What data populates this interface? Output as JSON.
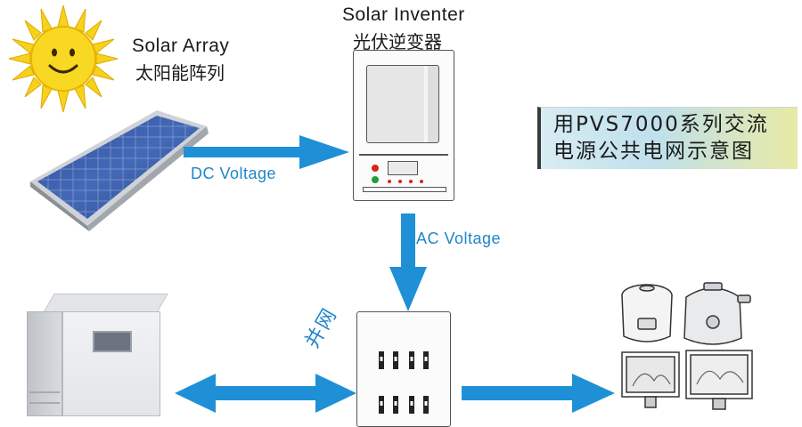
{
  "solar_array": {
    "label_en": "Solar Array",
    "label_cn": "太阳能阵列"
  },
  "inverter": {
    "label_en": "Solar Inventer",
    "label_cn": "光伏逆变器"
  },
  "arrows": {
    "dc_label": "DC Voltage",
    "ac_label": "AC Voltage",
    "grid_label": "并网"
  },
  "title": {
    "line1": "用PVS7000系列交流",
    "line2": "电源公共电网示意图"
  },
  "colors": {
    "arrow": "#1f90d6",
    "label_blue": "#1f86c9"
  }
}
